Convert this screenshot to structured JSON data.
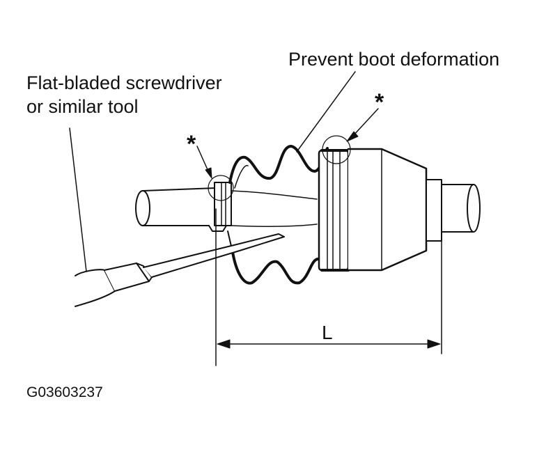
{
  "labels": {
    "screwdriver_line1": "Flat-bladed screwdriver",
    "screwdriver_line2": "or similar tool",
    "prevent_deformation": "Prevent boot deformation",
    "star_left": "*",
    "star_right": "*",
    "length": "L",
    "figure_code": "G03603237"
  }
}
